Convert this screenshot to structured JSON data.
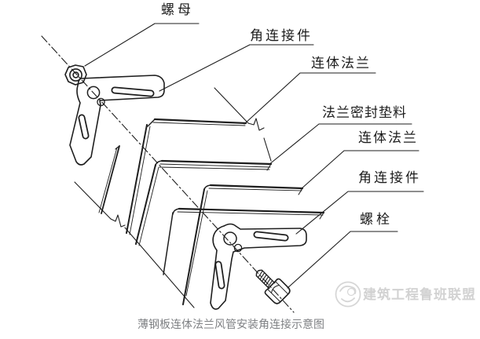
{
  "diagram": {
    "caption": "薄钢板连体法兰风管安装角连接示意图",
    "callouts": [
      {
        "id": "nut",
        "label": "螺母"
      },
      {
        "id": "corner-connector-top",
        "label": "角连接件"
      },
      {
        "id": "joined-flange-top",
        "label": "连体法兰"
      },
      {
        "id": "flange-gasket",
        "label": "法兰密封垫料"
      },
      {
        "id": "joined-flange-bottom",
        "label": "连体法兰"
      },
      {
        "id": "corner-connector-bottom",
        "label": "角连接件"
      },
      {
        "id": "bolt",
        "label": "螺栓"
      }
    ],
    "parts": [
      "hex-nut",
      "corner-connector-plate",
      "joined-flange",
      "gasket",
      "joined-flange",
      "corner-connector-plate",
      "hex-bolt"
    ]
  },
  "watermark": {
    "text": "建筑工程鲁班联盟"
  },
  "colors": {
    "line": "#1e1e1e",
    "caption_gray": "#7f8184",
    "watermark_gray": "#d2d2d2",
    "background": "#ffffff"
  }
}
